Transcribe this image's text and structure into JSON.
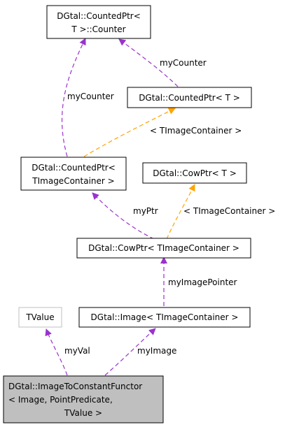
{
  "colors": {
    "member": "#9a32cd",
    "template": "#ffa500",
    "focus_fill": "#bfbfbf",
    "muted_border": "#bfbfbf"
  },
  "nodes": {
    "counter": {
      "lines": [
        "DGtal::CountedPtr<",
        "T >::Counter"
      ]
    },
    "counted_t": {
      "lines": [
        "DGtal::CountedPtr< T >"
      ]
    },
    "counted_ti": {
      "lines": [
        "DGtal::CountedPtr<",
        "TImageContainer >"
      ]
    },
    "cow_t": {
      "lines": [
        "DGtal::CowPtr< T >"
      ]
    },
    "cow_ti": {
      "lines": [
        "DGtal::CowPtr< TImageContainer >"
      ]
    },
    "tvalue": {
      "lines": [
        "TValue"
      ]
    },
    "image": {
      "lines": [
        "DGtal::Image< TImageContainer >"
      ]
    },
    "functor": {
      "lines": [
        "DGtal::ImageToConstantFunctor",
        "< Image, PointPredicate,",
        "TValue >"
      ]
    }
  },
  "edges": {
    "mycounter_left": {
      "label": "myCounter"
    },
    "mycounter_right": {
      "label": "myCounter"
    },
    "counted_template": {
      "label": "< TImageContainer >"
    },
    "cow_template": {
      "label": "< TImageContainer >"
    },
    "myptr": {
      "label": "myPtr"
    },
    "myimagepointer": {
      "label": "myImagePointer"
    },
    "myval": {
      "label": "myVal"
    },
    "myimage": {
      "label": "myImage"
    }
  }
}
